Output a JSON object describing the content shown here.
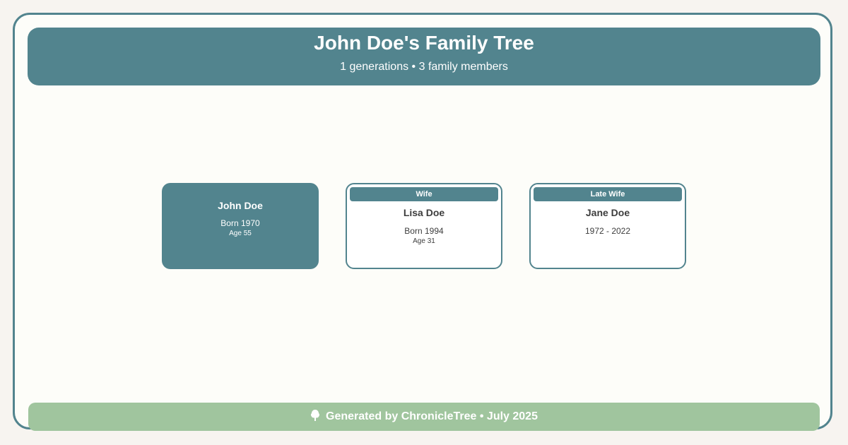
{
  "header": {
    "title": "John Doe's Family Tree",
    "subtitle": "1 generations • 3 family members"
  },
  "members": {
    "main": {
      "name": "John Doe",
      "born": "Born 1970",
      "age": "Age 55"
    },
    "spouse1": {
      "badge": "Wife",
      "name": "Lisa Doe",
      "born": "Born 1994",
      "age": "Age 31"
    },
    "spouse2": {
      "badge": "Late Wife",
      "name": "Jane Doe",
      "lifespan": "1972 - 2022"
    }
  },
  "footer": {
    "icon": "tree-icon",
    "text": "Generated by ChronicleTree • July 2025"
  },
  "colors": {
    "primary": "#52848e",
    "footer": "#a0c59e",
    "background": "#fdfdf9"
  }
}
